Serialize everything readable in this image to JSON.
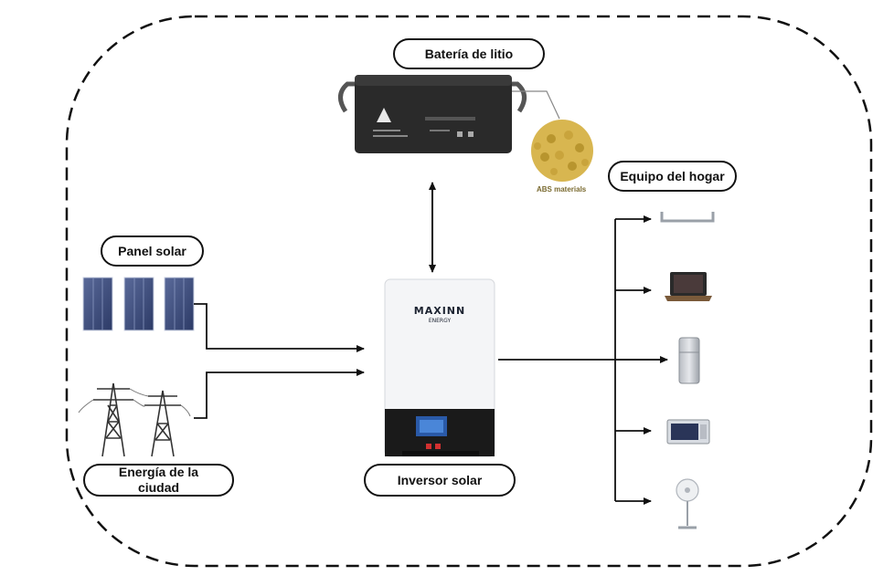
{
  "labels": {
    "battery": "Batería de litio",
    "solar_panel": "Panel solar",
    "grid_line1": "Energía de la",
    "grid_line2": "ciudad",
    "inverter": "Inversor solar",
    "home_equipment": "Equipo del hogar",
    "abs_materials": "ABS materials"
  },
  "inverter_brand": {
    "name": "MAXINN",
    "sub": "ENERGY"
  },
  "appliances": [
    "lamp",
    "laptop",
    "refrigerator",
    "microwave",
    "fan"
  ],
  "colors": {
    "stroke": "#111111",
    "battery_body": "#2a2a2a",
    "panel_blue": "#3a4a78",
    "inverter_white": "#f4f5f7",
    "inverter_base": "#1a1a1a",
    "abs_pellets": "#d8b650"
  }
}
